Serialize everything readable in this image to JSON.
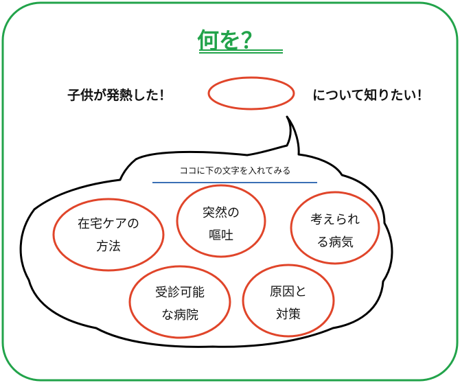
{
  "title": "何を？",
  "sentence": {
    "before": "子供が発熱した！",
    "after": "について知りたい！"
  },
  "bubble_hint": "ココに下の文字を入れてみる",
  "topics": [
    {
      "line1": "在宅ケアの",
      "line2": "方法"
    },
    {
      "line1": "突然の",
      "line2": "嘔吐"
    },
    {
      "line1": "考えられ",
      "line2": "る病気"
    },
    {
      "line1": "受診可能",
      "line2": "な病院"
    },
    {
      "line1": "原因と",
      "line2": "対策"
    }
  ],
  "colors": {
    "frame": "#22a34a",
    "title": "#22a34a",
    "ellipse": "#e0452a",
    "underline": "#3a6fb5",
    "outline": "#000000"
  }
}
